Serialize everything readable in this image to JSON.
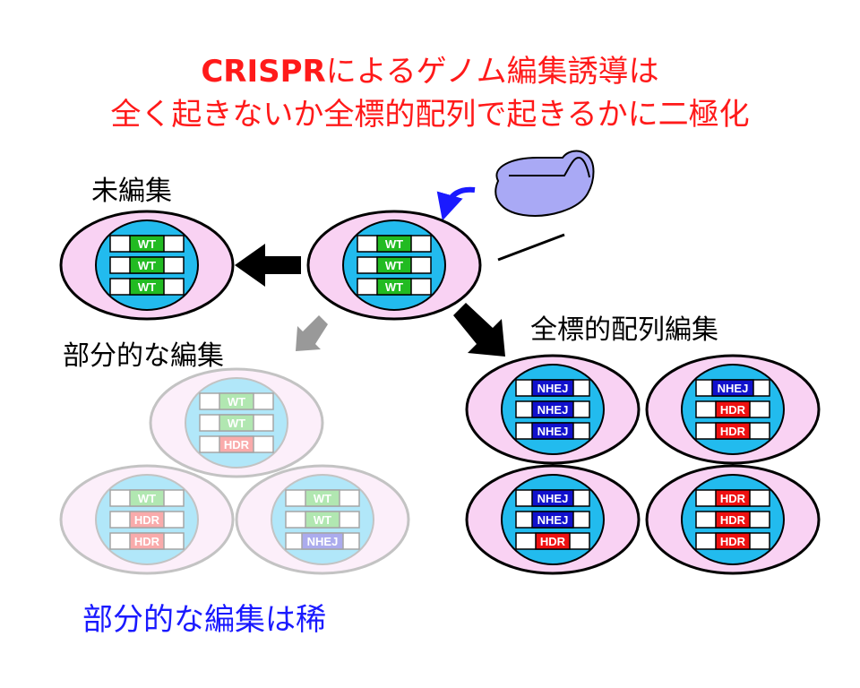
{
  "title": {
    "line1_prefix": "CRISPR",
    "line1_rest": "によるゲノム編集誘導は",
    "line2": "全く起きないか全標的配列で起きるかに二極化"
  },
  "labels": {
    "unedited": "未編集",
    "partial": "部分的な編集",
    "full": "全標的配列編集",
    "rare": "部分的な編集は稀"
  },
  "cells": {
    "unedited": [
      "WT",
      "WT",
      "WT"
    ],
    "center": [
      "WT",
      "WT",
      "WT"
    ],
    "partial": [
      [
        "WT",
        "WT",
        "HDR"
      ],
      [
        "WT",
        "HDR",
        "HDR"
      ],
      [
        "WT",
        "WT",
        "NHEJ"
      ]
    ],
    "full": [
      [
        "NHEJ",
        "NHEJ",
        "NHEJ"
      ],
      [
        "NHEJ",
        "HDR",
        "HDR"
      ],
      [
        "NHEJ",
        "NHEJ",
        "HDR"
      ],
      [
        "HDR",
        "HDR",
        "HDR"
      ]
    ]
  },
  "colors": {
    "WT": "#22bb22",
    "HDR": "#ee1111",
    "NHEJ": "#1111cc",
    "title": "#ff1a1a",
    "note": "#1a1aff",
    "cell_outer": "#f9d2f3",
    "nucleus": "#22bbee",
    "cas9": "#a9a9f5"
  }
}
